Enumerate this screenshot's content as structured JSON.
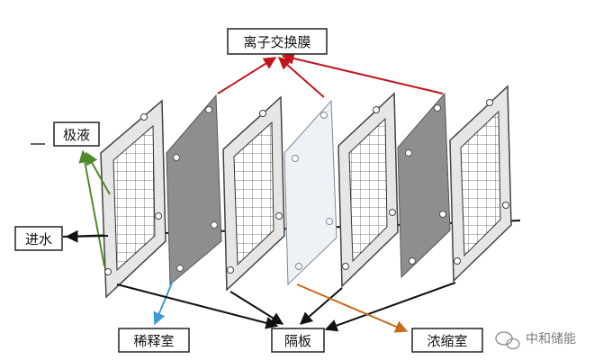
{
  "labels": {
    "membrane": "离子交换膜",
    "electrode_liquid": "极液",
    "water_in": "进水",
    "dilute_chamber": "稀释室",
    "spacer": "隔板",
    "concentrate_chamber": "浓缩室"
  },
  "watermark": {
    "text": "中和储能",
    "icon": "wechat-icon"
  },
  "colors": {
    "membrane_arrow": "#c0171c",
    "electrode_arrow": "#4f8a2b",
    "dilute_arrow": "#3a9ad9",
    "concentrate_arrow": "#c86a1a",
    "spacer_arrow": "#111111",
    "dark_membrane": "#8e8e8e",
    "light_membrane": "#eef2f6"
  }
}
